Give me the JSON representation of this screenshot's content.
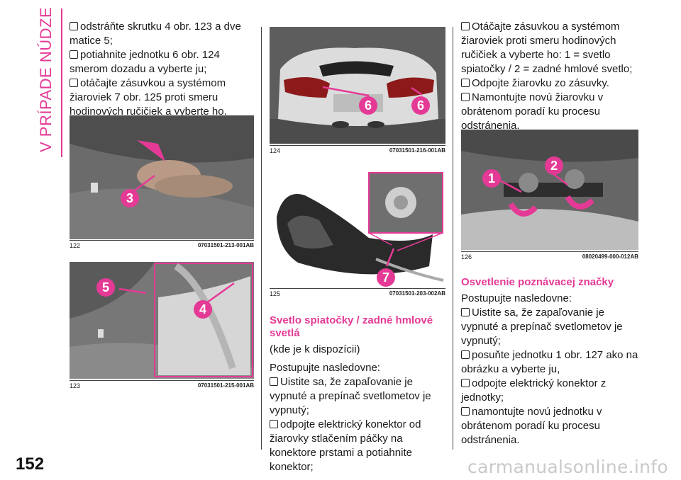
{
  "side_title": "V PRÍPADE NÚDZE",
  "page_number": "152",
  "watermark": "carmanualsonline.info",
  "col1": {
    "bullets": [
      "odstráňte skrutku 4 obr. 123 a dve matice 5;",
      "potiahnite jednotku 6 obr. 124 smerom dozadu a vyberte ju;",
      "otáčajte zásuvkou a systémom žiaroviek 7 obr. 125 proti smeru hodinových ručičiek a vyberte ho."
    ]
  },
  "figures": {
    "f122": {
      "num": "122",
      "code": "07031501-213-001AB",
      "callouts": [
        "3"
      ]
    },
    "f123": {
      "num": "123",
      "code": "07031501-215-001AB",
      "callouts": [
        "5",
        "4"
      ]
    },
    "f124": {
      "num": "124",
      "code": "07031501-216-001AB",
      "callouts": [
        "6",
        "6"
      ]
    },
    "f125": {
      "num": "125",
      "code": "07031501-203-002AB",
      "callouts": [
        "7"
      ]
    },
    "f126": {
      "num": "126",
      "code": "08020499-000-012AB",
      "callouts": [
        "1",
        "2"
      ]
    }
  },
  "col2": {
    "heading": "Svetlo spiatočky / zadné hmlové svetlá",
    "sub": "(kde je k dispozícii)",
    "intro": "Postupujte nasledovne:",
    "bullets": [
      "Uistite sa, že zapaľovanie je vypnuté a prepínač svetlometov je vypnutý;",
      "odpojte elektrický konektor od žiarovky stlačením páčky na konektore prstami a potiahnite konektor;"
    ]
  },
  "col3": {
    "bullets_top": [
      "Otáčajte zásuvkou a systémom žiaroviek proti smeru hodinových ručičiek a vyberte ho: 1 = svetlo spiatočky / 2 = zadné hmlové svetlo;",
      "Odpojte žiarovku zo zásuvky.",
      "Namontujte novú žiarovku v obrátenom poradí ku procesu odstránenia."
    ],
    "heading": "Osvetlenie poznávacej značky",
    "intro": "Postupujte nasledovne:",
    "bullets": [
      "Uistite sa, že zapaľovanie je vypnuté a prepínač svetlometov je vypnutý;",
      "posuňte jednotku 1 obr. 127 ako na obrázku a vyberte ju,",
      "odpojte elektrický konektor z jednotky;",
      "namontujte novú jednotku v obrátenom poradí ku procesu odstránenia."
    ]
  }
}
